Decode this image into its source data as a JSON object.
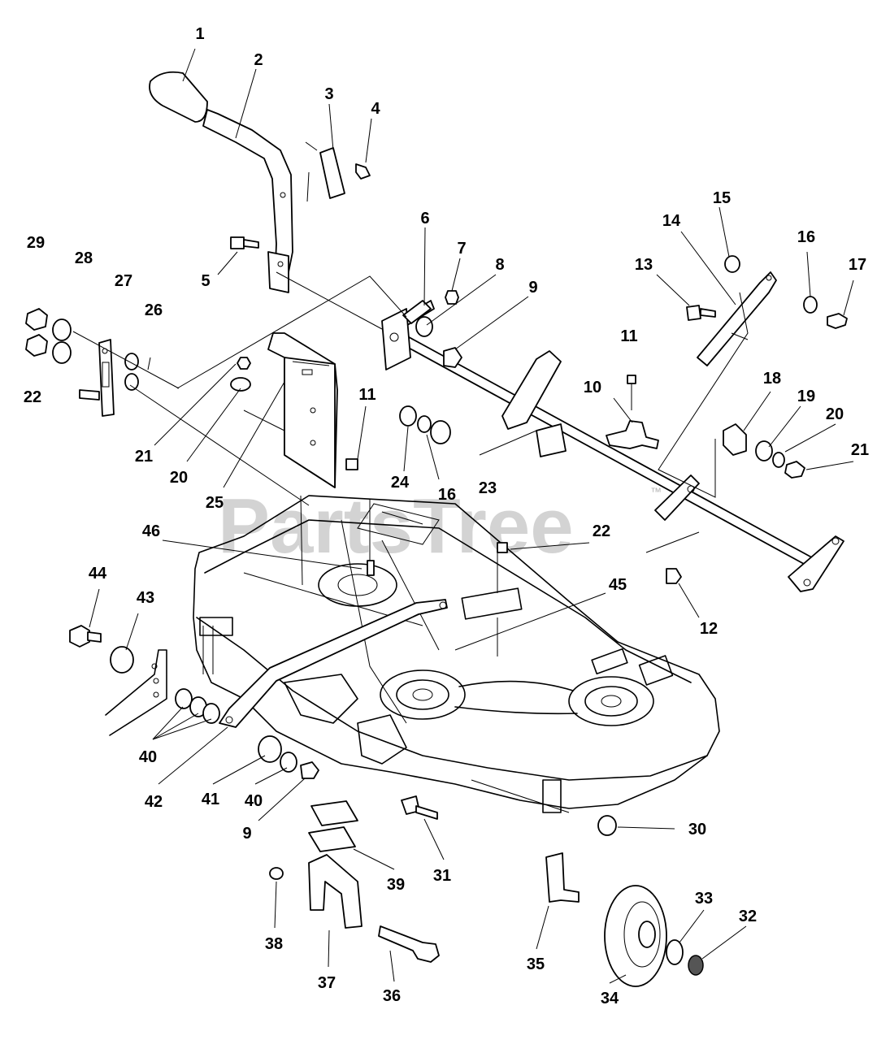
{
  "watermark": {
    "text": "PartsTree",
    "trademark": "™"
  },
  "callouts": [
    "1",
    "2",
    "3",
    "4",
    "5",
    "6",
    "7",
    "8",
    "9",
    "9",
    "10",
    "11",
    "11",
    "12",
    "13",
    "14",
    "15",
    "16",
    "16",
    "17",
    "18",
    "19",
    "20",
    "20",
    "21",
    "21",
    "22",
    "22",
    "23",
    "24",
    "25",
    "26",
    "27",
    "28",
    "29",
    "30",
    "31",
    "32",
    "33",
    "34",
    "35",
    "36",
    "37",
    "38",
    "39",
    "40",
    "40",
    "41",
    "42",
    "43",
    "44",
    "45",
    "46"
  ]
}
